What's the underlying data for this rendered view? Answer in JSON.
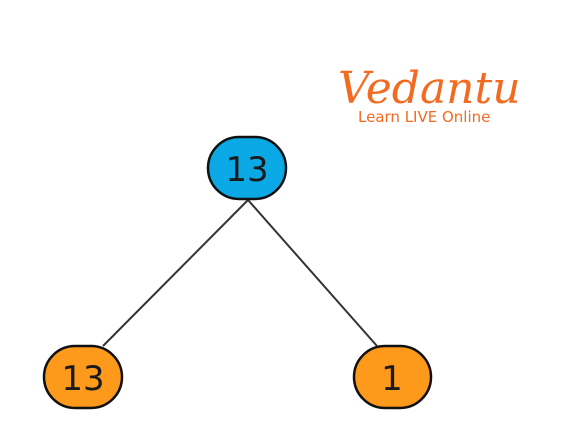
{
  "logo": {
    "name": "Vedantu",
    "tagline": "Learn LIVE Online",
    "color": "#f26b21"
  },
  "colors": {
    "root_fill": "#0aa9e6",
    "leaf_fill": "#fd991b",
    "edge": "#333333",
    "outline": "#111111"
  },
  "tree": {
    "root": {
      "label": "13"
    },
    "left_child": {
      "label": "13"
    },
    "right_child": {
      "label": "1"
    }
  }
}
